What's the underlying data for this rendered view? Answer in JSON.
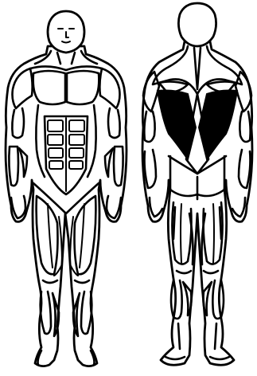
{
  "diagram": {
    "views": [
      "front",
      "back"
    ],
    "colors": {
      "outline": "#000000",
      "background": "#ffffff",
      "highlight": "#000000"
    },
    "highlighted_muscle": "latissimus-dorsi"
  }
}
